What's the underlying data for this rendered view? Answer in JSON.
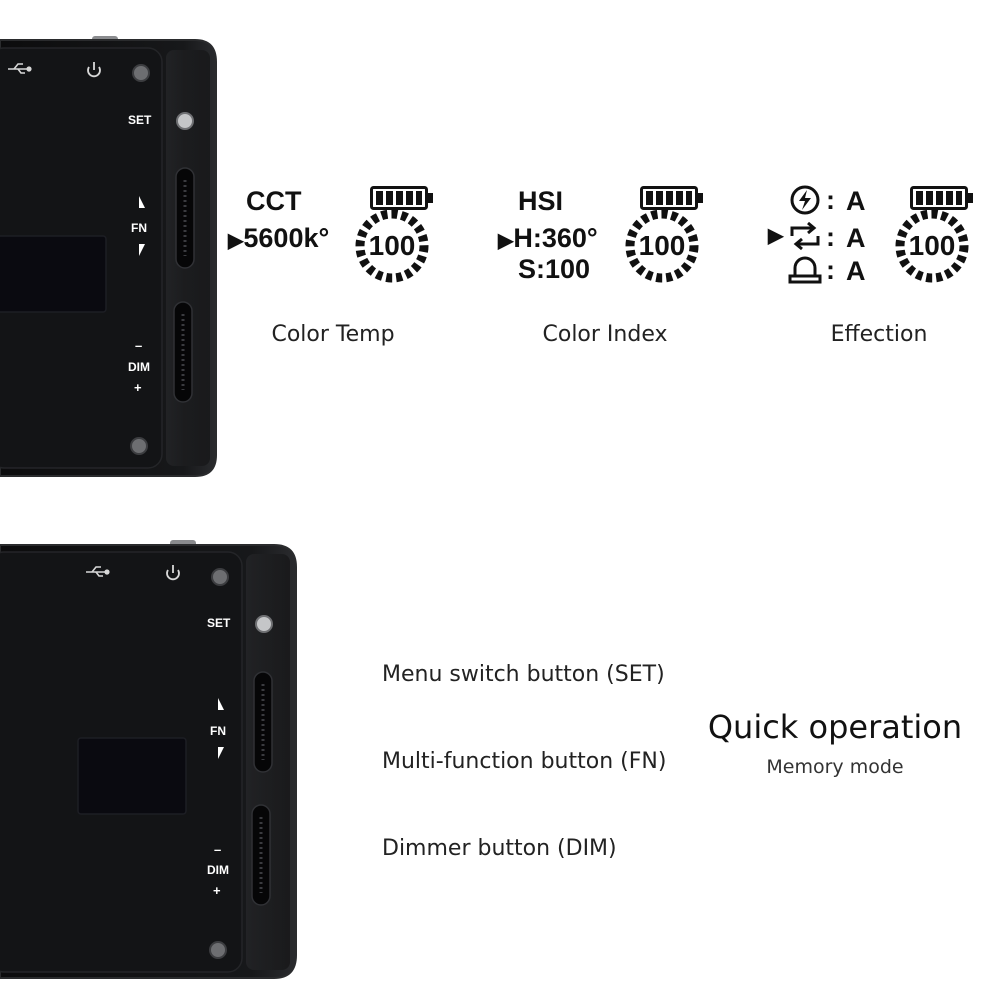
{
  "device": {
    "usb_icon": "usb-icon",
    "power_icon": "power-icon",
    "set_label": "SET",
    "fn_label": "FN",
    "dim_label": "DIM",
    "dim_minus": "–",
    "dim_plus": "+"
  },
  "modes": [
    {
      "line1": "CCT",
      "line2_marker": "▶",
      "line2": "5600k°",
      "level": "100",
      "caption": "Color Temp"
    },
    {
      "line1": "HSI",
      "line2_marker": "▶",
      "line2": "H:360°",
      "line3": "S:100",
      "level": "100",
      "caption": "Color Index"
    },
    {
      "rows": [
        {
          "icon": "flash-circle-icon",
          "value": "A"
        },
        {
          "icon": "cycle-icon",
          "value": "A",
          "marker": "▶"
        },
        {
          "icon": "alarm-light-icon",
          "value": "A"
        }
      ],
      "level": "100",
      "caption": "Effection"
    }
  ],
  "features": [
    "Menu switch button (SET)",
    "Multi-function button (FN)",
    "Dimmer button (DIM)"
  ],
  "quick": {
    "title": "Quick operation",
    "subtitle": "Memory mode"
  },
  "colors": {
    "device_body": "#121314",
    "device_edge": "#2a2b2d",
    "screen": "#0a0a0f",
    "text": "#222222"
  }
}
